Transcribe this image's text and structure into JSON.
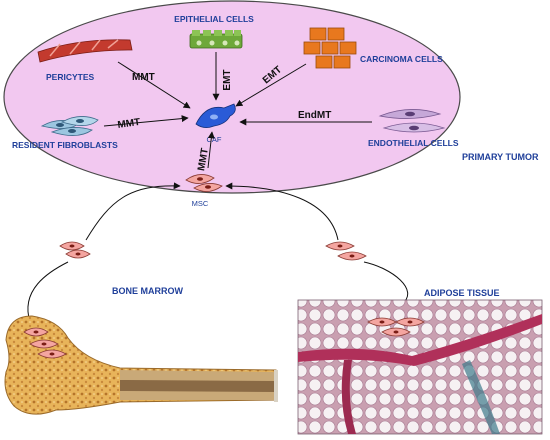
{
  "labels": {
    "epithelial": "EPITHELIAL CELLS",
    "pericytes": "PERICYTES",
    "carcinoma": "CARCINOMA CELLS",
    "resident_fibroblasts": "RESIDENT FIBROBLASTS",
    "endothelial": "ENDOTHELIAL CELLS",
    "caf": "CAF",
    "msc": "MSC",
    "primary_tumor": "PRIMARY TUMOR",
    "bone_marrow": "BONE MARROW",
    "adipose_tissue": "ADIPOSE TISSUE"
  },
  "transitions": {
    "pericytes": "MMT",
    "epithelial": "EMT",
    "carcinoma": "EMT",
    "fibroblasts": "MMT",
    "endothelial": "EndMT",
    "msc": "MMT"
  },
  "colors": {
    "ellipse_fill": "#f2c8f0",
    "ellipse_stroke": "#4a4a4a",
    "label_blue": "#1f3f9a",
    "caf_blue": "#2a5bd7",
    "msc_pink": "#f4a5a0",
    "bone": "#e8b45a",
    "adipose_red": "#b0305a"
  }
}
